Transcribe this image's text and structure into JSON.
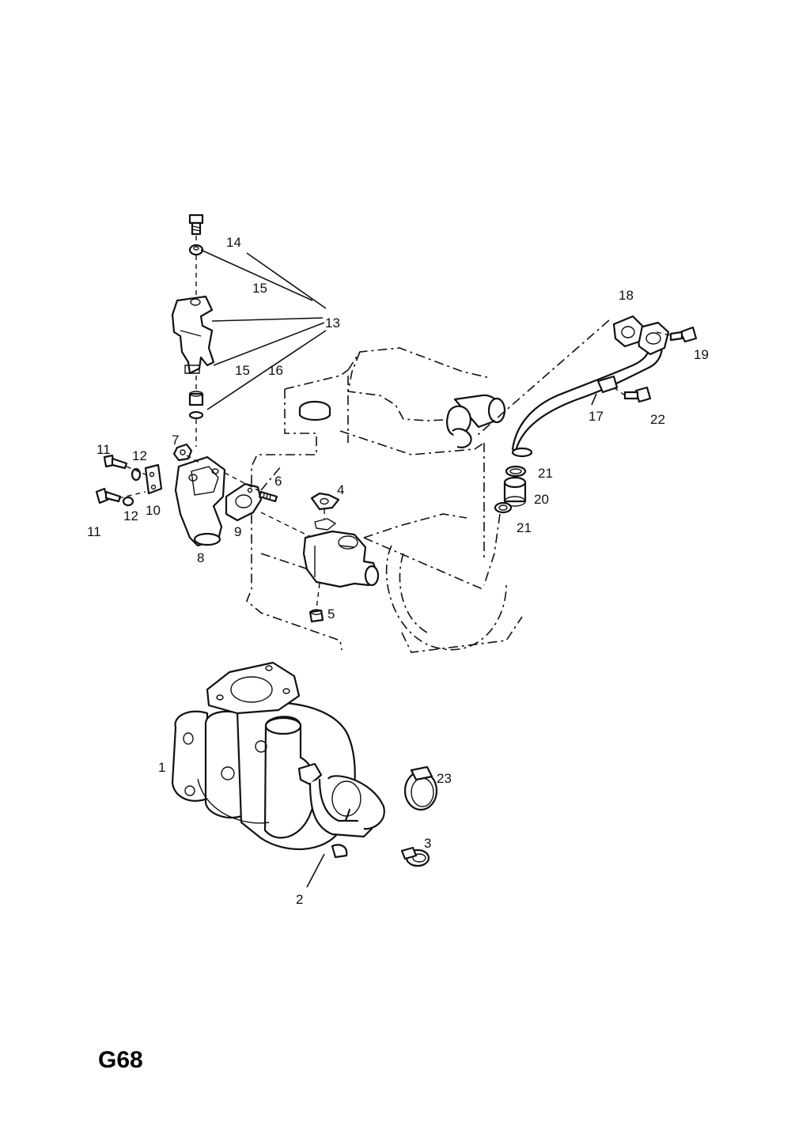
{
  "diagram_code": "G68",
  "callouts": [
    {
      "id": "c14",
      "text": "14"
    },
    {
      "id": "c15a",
      "text": "15"
    },
    {
      "id": "c13",
      "text": "13"
    },
    {
      "id": "c15b",
      "text": "15"
    },
    {
      "id": "c16",
      "text": "16"
    },
    {
      "id": "c18",
      "text": "18"
    },
    {
      "id": "c19",
      "text": "19"
    },
    {
      "id": "c17",
      "text": "17"
    },
    {
      "id": "c22",
      "text": "22"
    },
    {
      "id": "c21a",
      "text": "21"
    },
    {
      "id": "c20",
      "text": "20"
    },
    {
      "id": "c21b",
      "text": "21"
    },
    {
      "id": "c7",
      "text": "7"
    },
    {
      "id": "c11a",
      "text": "11"
    },
    {
      "id": "c12a",
      "text": "12"
    },
    {
      "id": "c6",
      "text": "6"
    },
    {
      "id": "c4",
      "text": "4"
    },
    {
      "id": "c10",
      "text": "10"
    },
    {
      "id": "c12b",
      "text": "12"
    },
    {
      "id": "c11b",
      "text": "11"
    },
    {
      "id": "c9",
      "text": "9"
    },
    {
      "id": "c8",
      "text": "8"
    },
    {
      "id": "c5",
      "text": "5"
    },
    {
      "id": "c1",
      "text": "1"
    },
    {
      "id": "c23",
      "text": "23"
    },
    {
      "id": "c3",
      "text": "3"
    },
    {
      "id": "c2",
      "text": "2"
    }
  ]
}
